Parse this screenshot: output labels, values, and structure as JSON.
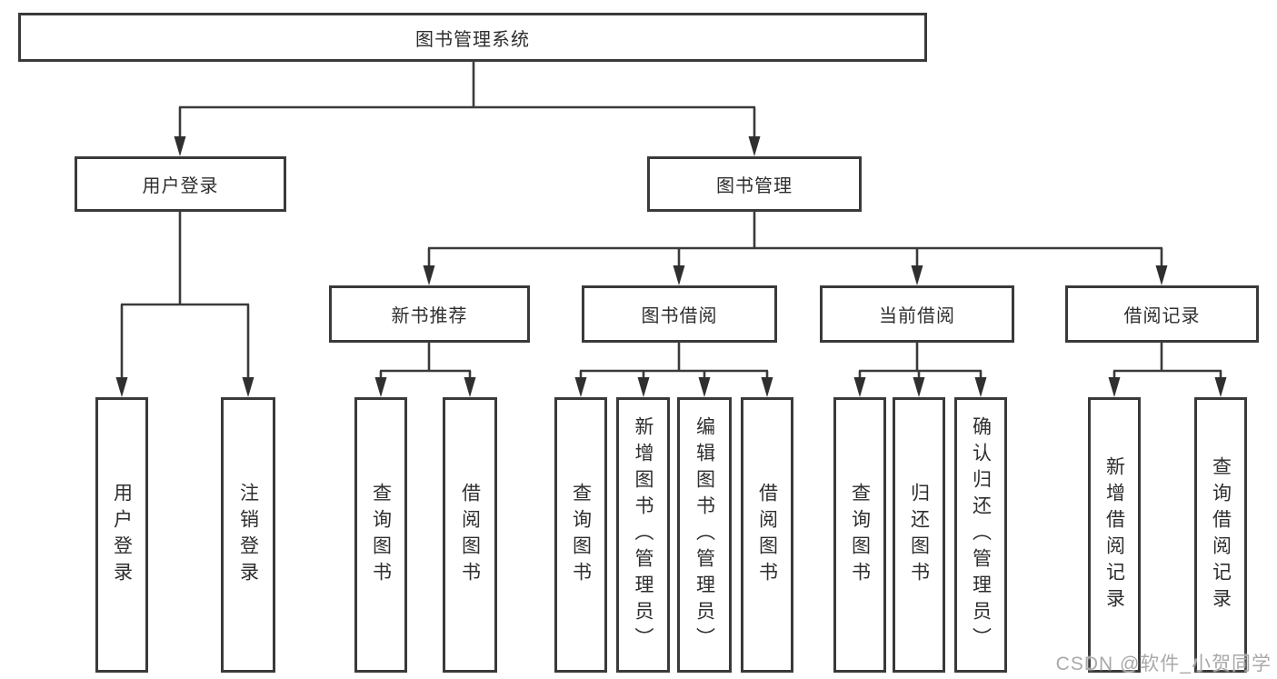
{
  "watermark": "CSDN @软件_小贺同学",
  "colors": {
    "line": "#3a3a3a",
    "text": "#2e2e2e",
    "background": "#ffffff",
    "watermark": "#a9a9a9"
  },
  "diagram_type": "hierarchy-tree",
  "tree": {
    "root": {
      "label": "图书管理系统"
    },
    "children": [
      {
        "label": "用户登录",
        "children": [
          {
            "label": "用户登录"
          },
          {
            "label": "注销登录"
          }
        ]
      },
      {
        "label": "图书管理",
        "children": [
          {
            "label": "新书推荐",
            "children": [
              {
                "label": "查询图书"
              },
              {
                "label": "借阅图书"
              }
            ]
          },
          {
            "label": "图书借阅",
            "children": [
              {
                "label": "查询图书"
              },
              {
                "label": "新增图书（管理员）"
              },
              {
                "label": "编辑图书（管理员）"
              },
              {
                "label": "借阅图书"
              }
            ]
          },
          {
            "label": "当前借阅",
            "children": [
              {
                "label": "查询图书"
              },
              {
                "label": "归还图书"
              },
              {
                "label": "确认归还（管理员）"
              }
            ]
          },
          {
            "label": "借阅记录",
            "children": [
              {
                "label": "新增借阅记录"
              },
              {
                "label": "查询借阅记录"
              }
            ]
          }
        ]
      }
    ]
  }
}
